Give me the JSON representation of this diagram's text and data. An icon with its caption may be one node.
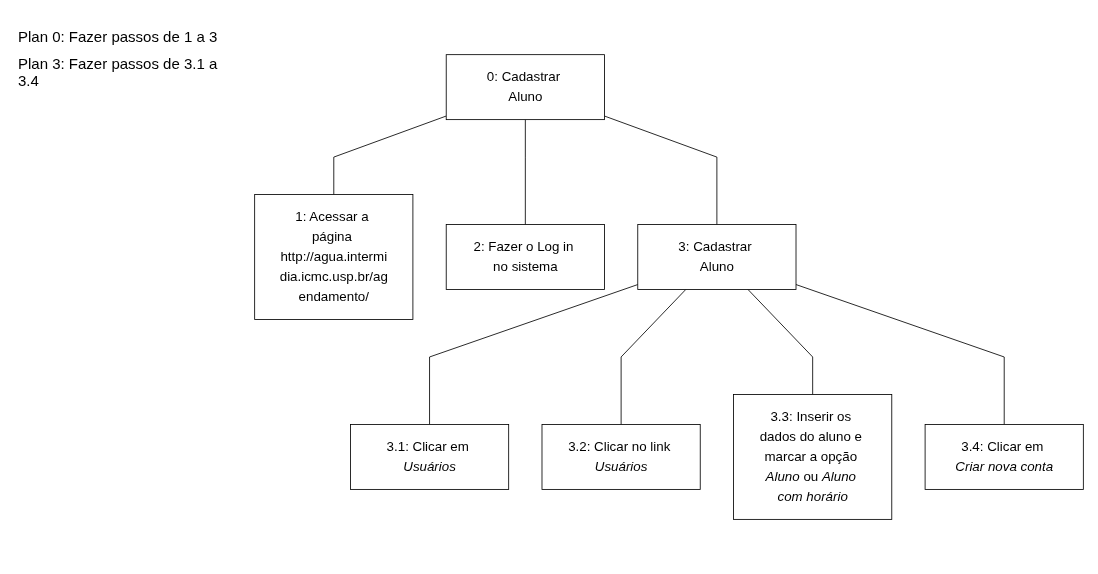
{
  "diagram": {
    "nodes": [
      {
        "text": [
          "0: Cadastrar Aluno"
        ]
      },
      {
        "text": [
          "1: Acessar a página http://agua.intermidia.icmc.usp.br/agendamento/"
        ]
      },
      {
        "text": [
          "2: Fazer o Log in no sistema"
        ]
      },
      {
        "text": [
          "3: Cadastrar Aluno"
        ]
      },
      {
        "text": [
          "3.1: Clicar em *Usuários*"
        ]
      },
      {
        "text": [
          "3.2: Clicar no link *Usuários*"
        ]
      },
      {
        "text": [
          "3.3: Inserir os dados do aluno e marcar a opção *Aluno* ou *Aluno com horário*"
        ]
      },
      {
        "text": [
          "3.4: Clicar em *Criar nova conta*"
        ]
      }
    ],
    "edges": [
      {
        "from": 0,
        "to": 1,
        "arrow": "none"
      },
      {
        "from": 0,
        "to": 2,
        "arrow": "none"
      },
      {
        "from": 0,
        "to": 3,
        "arrow": "none"
      },
      {
        "from": 3,
        "to": 4,
        "arrow": "none"
      },
      {
        "from": 3,
        "to": 5,
        "arrow": "none"
      },
      {
        "from": 3,
        "to": 6,
        "arrow": "none"
      },
      {
        "from": 3,
        "to": 7,
        "arrow": "none"
      }
    ],
    "labels": [
      "Plan 0: Fazer passos de 1 a 3",
      "Plan 3: Fazer passos de 3.1 a 3.4"
    ]
  }
}
